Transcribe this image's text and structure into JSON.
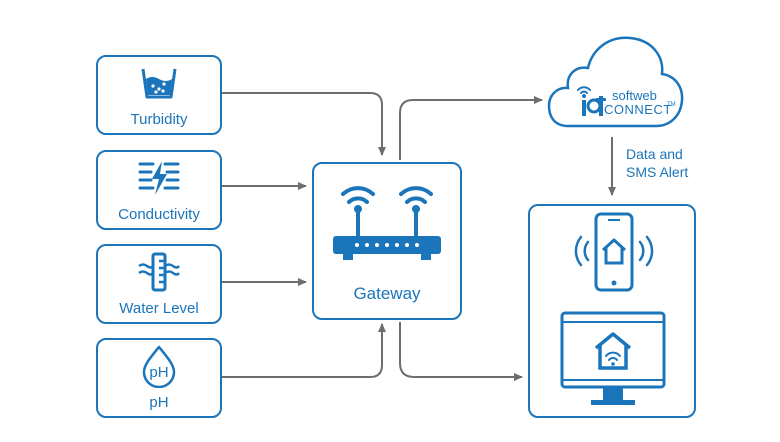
{
  "sensors": [
    {
      "label": "Turbidity",
      "icon": "turbidity-icon"
    },
    {
      "label": "Conductivity",
      "icon": "conductivity-icon"
    },
    {
      "label": "Water Level",
      "icon": "water-level-icon"
    },
    {
      "label": "pH",
      "icon": "ph-icon"
    }
  ],
  "ph_icon_text": "pH",
  "gateway": {
    "label": "Gateway",
    "icon": "router-icon"
  },
  "cloud": {
    "brand_top": "softweb",
    "brand_bottom": "CONNECT",
    "trademark": "TM",
    "icon": "cloud-icon"
  },
  "alert_text": {
    "line1": "Data and",
    "line2": "SMS Alert"
  },
  "devices": {
    "phone_icon": "smartphone-home-icon",
    "monitor_icon": "monitor-home-icon"
  },
  "colors": {
    "accent": "#1b75bb",
    "arrow": "#6d6e71"
  }
}
